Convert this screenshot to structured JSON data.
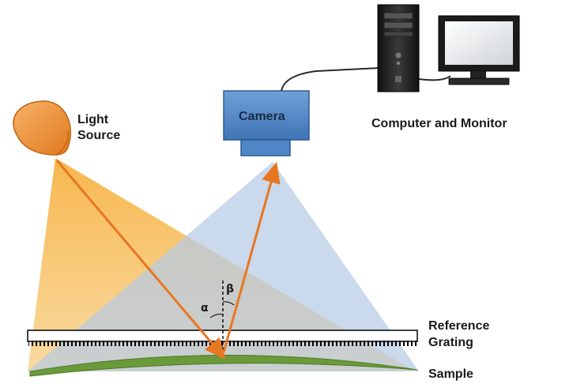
{
  "labels": {
    "light_source": [
      "Light",
      "Source"
    ],
    "camera": "Camera",
    "computer": "Computer and Monitor",
    "reference_grating": [
      "Reference",
      "Grating"
    ],
    "sample": "Sample",
    "alpha": "α",
    "beta": "β"
  },
  "icons": [
    "light-source-icon",
    "camera-icon",
    "computer-tower-icon",
    "monitor-icon"
  ],
  "colors": {
    "light_beam": "#f5a623",
    "camera_view": "#b5cbe3",
    "ray": "#e87722",
    "camera_body": "#4f86c6",
    "sample": "#6a9a3a"
  }
}
